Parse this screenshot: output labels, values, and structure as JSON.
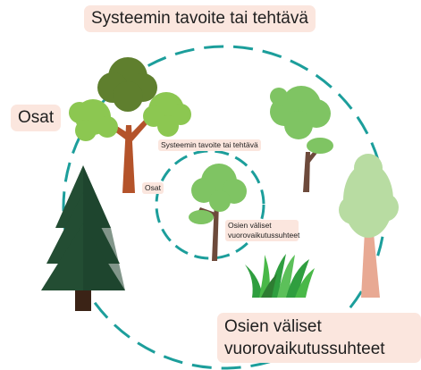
{
  "outer_labels": {
    "goal": "Systeemin tavoite tai tehtävä",
    "parts": "Osat",
    "interactions": "Osien väliset vuorovaikutussuhteet"
  },
  "inner_labels": {
    "goal": "Systeemin tavoite tai tehtävä",
    "parts": "Osat",
    "interactions": "Osien väliset vuorovaikutussuhteet"
  },
  "colors": {
    "circle_dash": "#1c9e9b",
    "label_bg": "#fbe6de",
    "tree_dark_green": "#1f4d33",
    "tree_mid_green": "#76c04e",
    "tree_light_green": "#b8dca2",
    "trunk_brown": "#a8512b",
    "trunk_pink": "#e8a993"
  },
  "icons": [
    "conifer-tree",
    "broadleaf-tree",
    "small-tree",
    "grass-tuft"
  ]
}
